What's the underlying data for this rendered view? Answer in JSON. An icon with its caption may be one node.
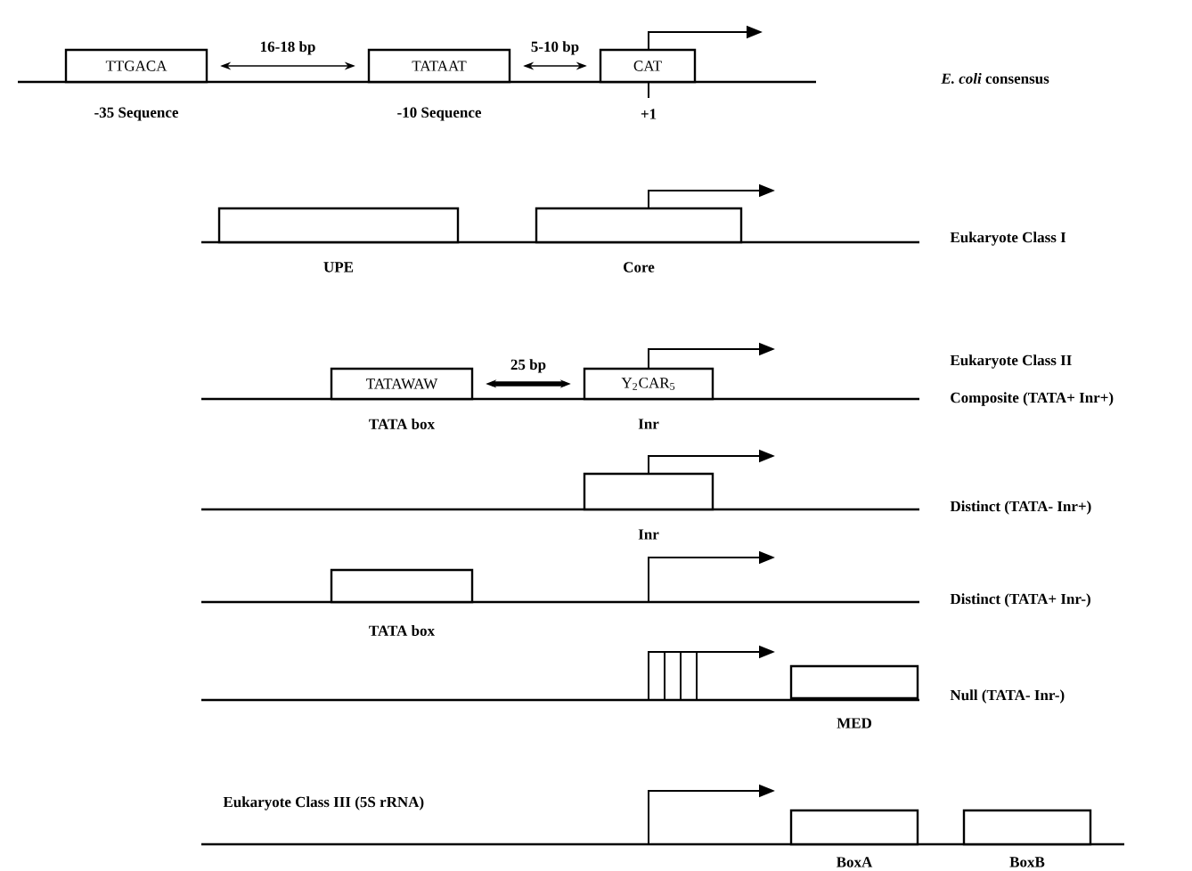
{
  "diagram": {
    "nodes": [
      {
        "text": [
          "TTGACA"
        ],
        "beside": [
          "-35 Sequence"
        ]
      },
      {
        "text": [
          "TATAAT"
        ],
        "beside": [
          "-10 Sequence"
        ]
      },
      {
        "text": [
          "CAT"
        ]
      },
      {
        "text": [],
        "shape": "box",
        "beside": [
          "UPE"
        ]
      },
      {
        "text": [],
        "shape": "box",
        "beside": [
          "Core"
        ]
      },
      {
        "text": [
          "TATAWAW"
        ],
        "beside": [
          "TATA box"
        ]
      },
      {
        "text": [
          "Y$_{2}$CAR$_{5}$"
        ],
        "beside": [
          "Inr"
        ]
      },
      {
        "text": [],
        "shape": "box",
        "beside": [
          "Inr"
        ]
      },
      {
        "text": [],
        "shape": "box",
        "beside": [
          "TATA box"
        ]
      },
      {
        "text": [],
        "shape": "box",
        "beside": [
          "MED"
        ]
      },
      {
        "text": [],
        "shape": "box",
        "beside": [
          "BoxA"
        ]
      },
      {
        "text": [],
        "shape": "box",
        "beside": [
          "BoxB"
        ]
      }
    ],
    "edges": [
      {
        "from": 0,
        "to": 1,
        "arrow": "both",
        "label": "16-18 bp"
      },
      {
        "from": 1,
        "to": 2,
        "arrow": "both",
        "label": "5-10 bp"
      },
      {
        "from": 5,
        "to": 6,
        "arrow": "both",
        "label": "25 bp",
        "style": "thick"
      }
    ],
    "labels": [
      "+1",
      "*E. coli* consensus",
      "Eukaryote Class I",
      "Eukaryote Class II",
      "Composite (TATA+ Inr+)",
      "Distinct (TATA- Inr+)",
      "Distinct (TATA+ Inr-)",
      "Null (TATA- Inr-)",
      "Eukaryote Class III (5S rRNA)"
    ]
  }
}
